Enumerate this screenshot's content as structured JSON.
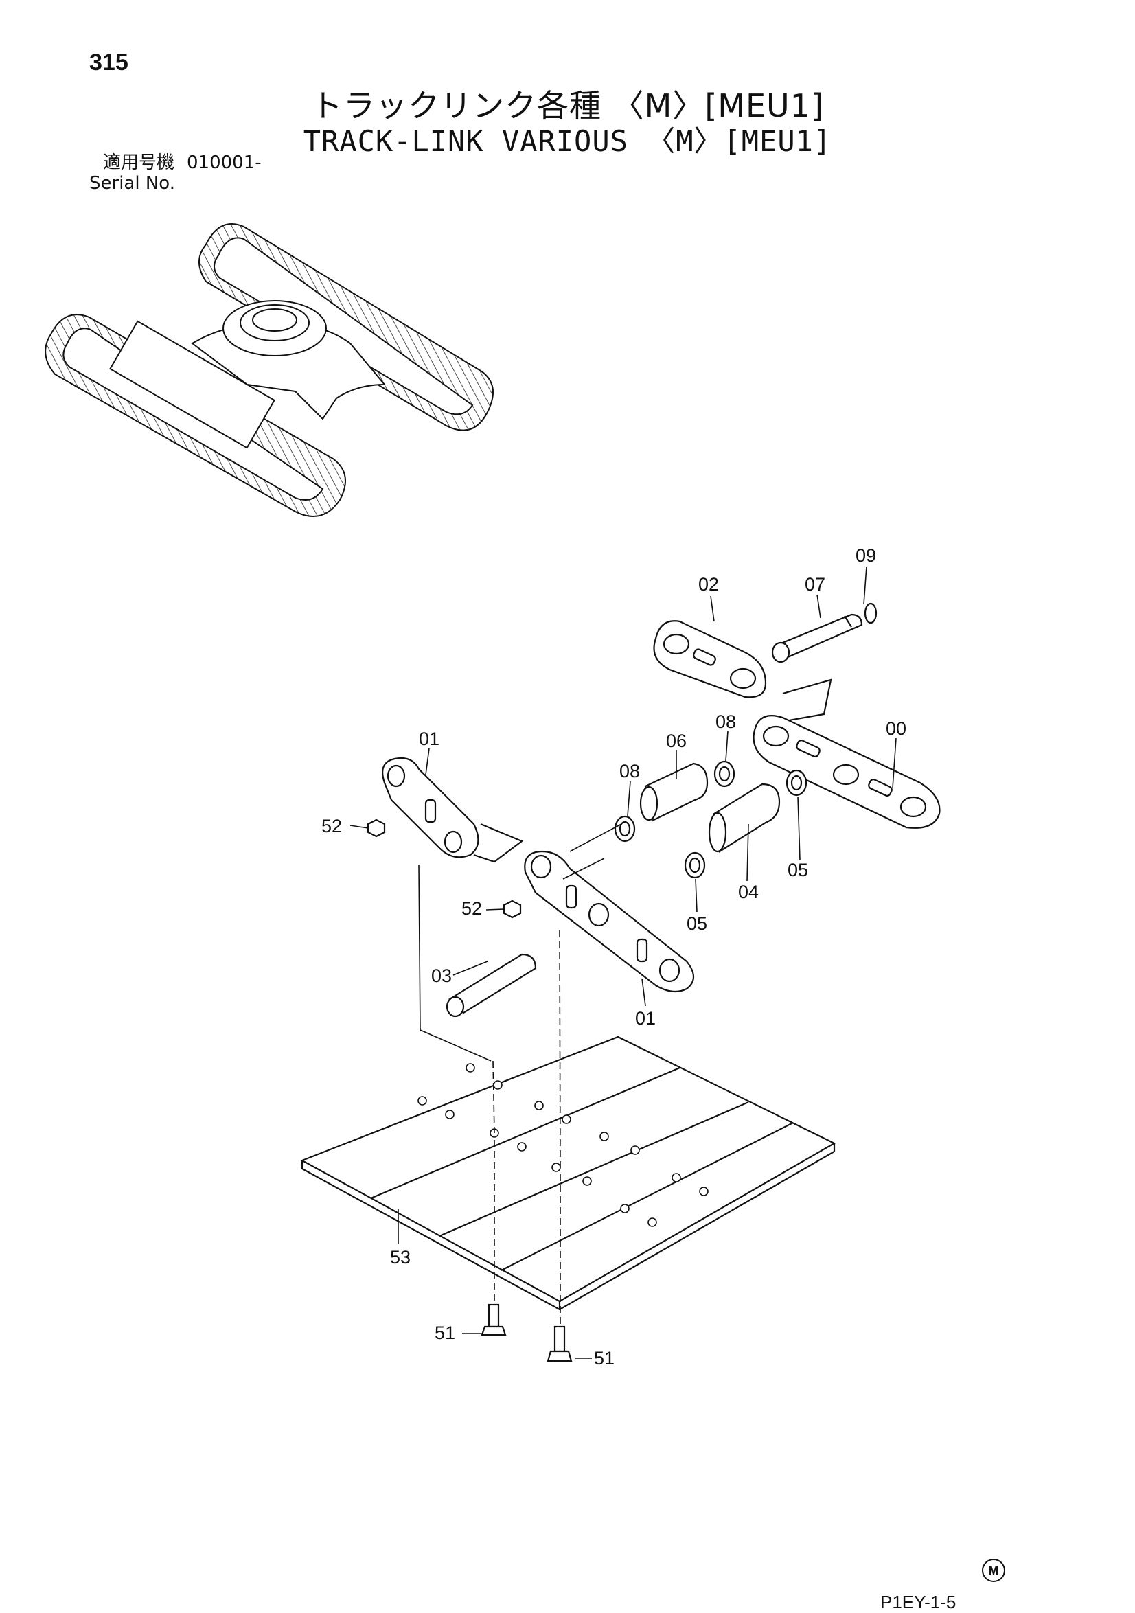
{
  "header": {
    "page_number": "315",
    "title_jp": "トラックリンク各種 〈M〉[MEU1]",
    "title_en": "TRACK-LINK VARIOUS 〈M〉[MEU1]",
    "serial_label_jp": "適用号機",
    "serial_value": "010001-",
    "serial_label_en": "Serial No."
  },
  "callouts": {
    "c09": "09",
    "c02": "02",
    "c07": "07",
    "c08a": "08",
    "c00": "00",
    "c01a": "01",
    "c06": "06",
    "c08b": "08",
    "c52a": "52",
    "c05a": "05",
    "c04": "04",
    "c52b": "52",
    "c05b": "05",
    "c03": "03",
    "c01b": "01",
    "c53": "53",
    "c51a": "51",
    "c51b": "51"
  },
  "footer": {
    "mark": "M",
    "code": "P1EY-1-5"
  }
}
